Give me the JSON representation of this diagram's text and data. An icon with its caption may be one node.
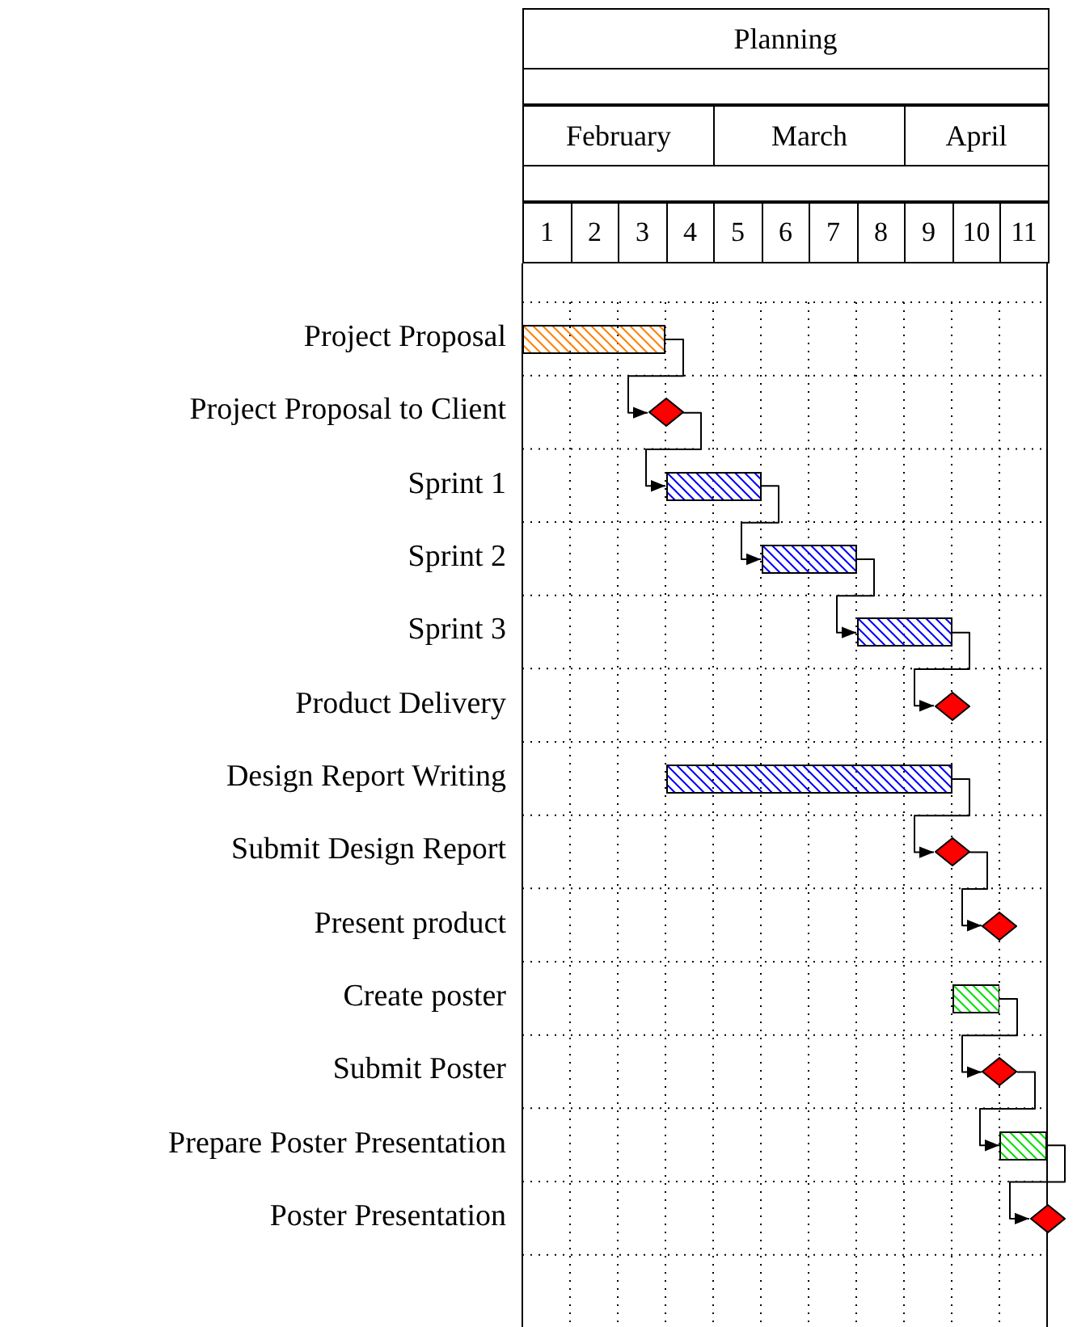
{
  "diagram": {
    "title": "Planning",
    "nodes": [
      {
        "text": [],
        "shape": "bar"
      },
      {
        "text": [],
        "shape": "diamond"
      },
      {
        "text": [],
        "shape": "bar"
      },
      {
        "text": [],
        "shape": "bar"
      },
      {
        "text": [],
        "shape": "bar"
      },
      {
        "text": [],
        "shape": "diamond"
      },
      {
        "text": [],
        "shape": "bar"
      },
      {
        "text": [],
        "shape": "diamond"
      },
      {
        "text": [],
        "shape": "diamond"
      },
      {
        "text": [],
        "shape": "bar"
      },
      {
        "text": [],
        "shape": "diamond"
      },
      {
        "text": [],
        "shape": "bar"
      },
      {
        "text": [],
        "shape": "diamond"
      }
    ],
    "edges": [
      {
        "from": 0,
        "to": 1,
        "arrow": "to"
      },
      {
        "from": 1,
        "to": 2,
        "arrow": "to"
      },
      {
        "from": 2,
        "to": 3,
        "arrow": "to"
      },
      {
        "from": 3,
        "to": 4,
        "arrow": "to"
      },
      {
        "from": 4,
        "to": 5,
        "arrow": "to"
      },
      {
        "from": 6,
        "to": 7,
        "arrow": "to"
      },
      {
        "from": 7,
        "to": 8,
        "arrow": "to"
      },
      {
        "from": 9,
        "to": 10,
        "arrow": "to"
      },
      {
        "from": 10,
        "to": 11,
        "arrow": "to"
      },
      {
        "from": 11,
        "to": 12,
        "arrow": "to"
      }
    ],
    "labels": [
      "February",
      "March",
      "April",
      "1",
      "2",
      "3",
      "4",
      "5",
      "6",
      "7",
      "8",
      "9",
      "10",
      "11",
      "Project Proposal",
      "Project Proposal to Client",
      "Sprint 1",
      "Sprint 2",
      "Sprint 3",
      "Product Delivery",
      "Design Report Writing",
      "Submit Design Report",
      "Present product",
      "Create poster",
      "Submit Poster",
      "Prepare Poster Presentation",
      "Poster Presentation"
    ]
  }
}
